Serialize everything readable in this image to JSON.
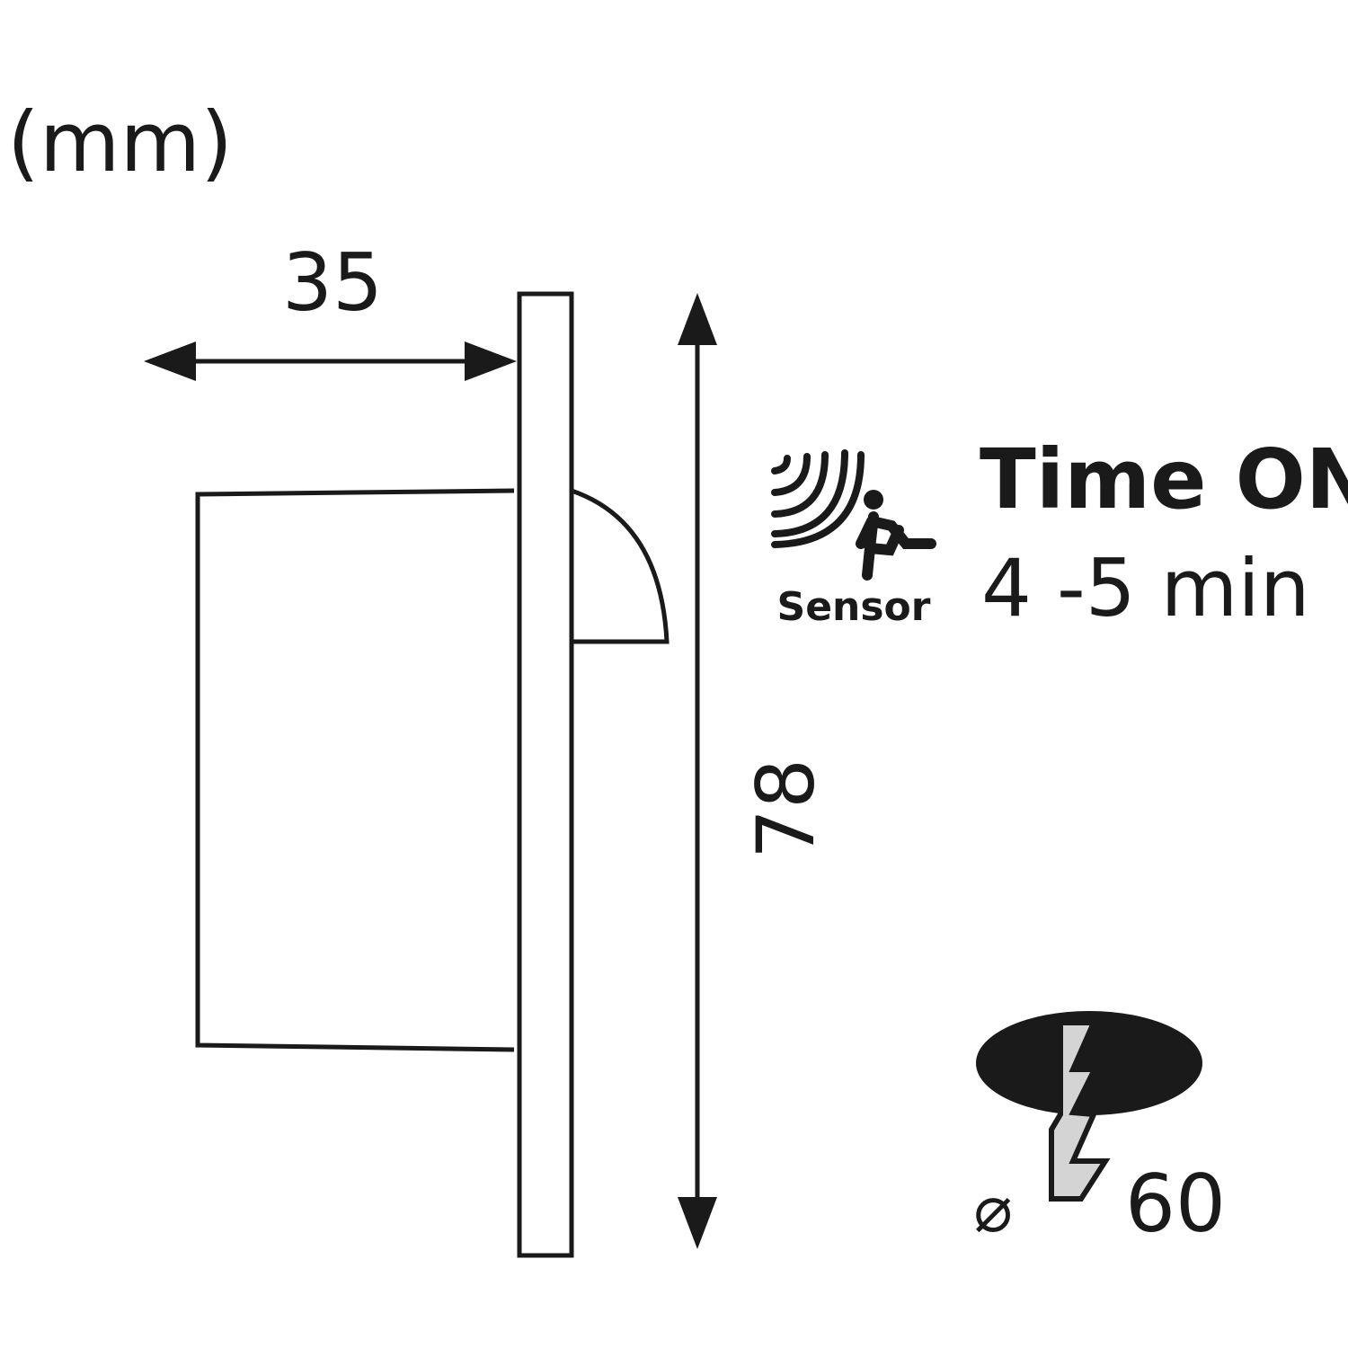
{
  "units_label": "(mm)",
  "dimensions": {
    "depth": "35",
    "height": "78",
    "diameter_symbol": "⌀",
    "diameter": "60"
  },
  "sensor": {
    "label": "Sensor",
    "icon": "motion-sensor-running-person-icon"
  },
  "time_on": {
    "title": "Time ON",
    "value": "4 -5 min"
  },
  "mounting_icon": "recessed-hole-icon",
  "colors": {
    "line": "#1a1a1a",
    "fill_grey": "#d4d4d4"
  }
}
